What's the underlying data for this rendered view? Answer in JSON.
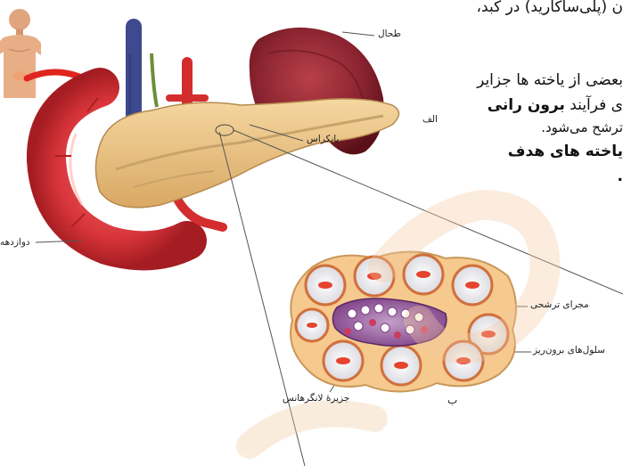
{
  "text": {
    "line1": "ن (پلی‌ساکارید) در کبد،",
    "line2": "بعضی از یاخته ها جزایر",
    "line3_pre": "ی فرآیند ",
    "line3_bold": "برون رانی",
    "line4": "ترشح می‌شود.",
    "line5": "یاخته های هدف",
    "line6": "."
  },
  "labels": {
    "spleen": "طحال",
    "pancreas": "پانکراس",
    "duodenum": "دوازدهه",
    "secretory_duct": "مجرای ترشحی",
    "exocrine_cells": "سلول‌های برون‌ریز",
    "islet": "جزیرهٔ لانگرهانس",
    "fig_a": "الف",
    "fig_b": "ب"
  }
}
